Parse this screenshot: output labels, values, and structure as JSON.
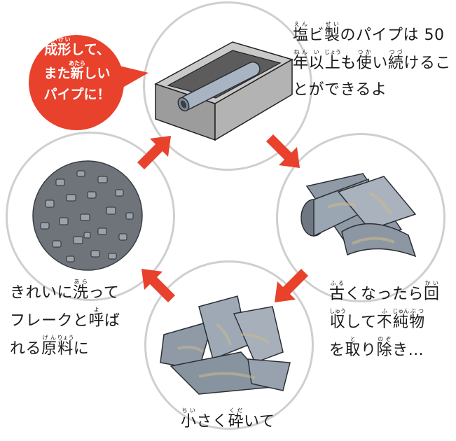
{
  "colors": {
    "arrow": "#e8412c",
    "bubble": "#e8412c",
    "ring": "#cfcfcf",
    "pvc_gray": "#8f9aa6",
    "flake_dark": "#6f747a"
  },
  "steps": {
    "mold": {
      "lines": [
        [
          {
            "t": "塩",
            "r": "えん"
          },
          {
            "t": "ビ"
          },
          {
            "t": "製",
            "r": "せい"
          },
          {
            "t": "のパイプは 50"
          }
        ],
        [
          {
            "t": "年",
            "r": "ねん"
          },
          {
            "t": "以",
            "r": "い"
          },
          {
            "t": "上",
            "r": "じょう"
          },
          {
            "t": "も"
          },
          {
            "t": "使",
            "r": "つか"
          },
          {
            "t": "い"
          },
          {
            "t": "続",
            "r": "つづ"
          },
          {
            "t": "けるこ"
          }
        ],
        [
          {
            "t": "とができるよ"
          }
        ]
      ]
    },
    "collect": {
      "lines": [
        [
          {
            "t": "古",
            "r": "ふる"
          },
          {
            "t": "くなったら"
          },
          {
            "t": "回",
            "r": "かい"
          }
        ],
        [
          {
            "t": "収",
            "r": "しゅう"
          },
          {
            "t": "して"
          },
          {
            "t": "不",
            "r": "ふ"
          },
          {
            "t": "純",
            "r": "じゅん"
          },
          {
            "t": "物",
            "r": "ぶつ"
          }
        ],
        [
          {
            "t": "を"
          },
          {
            "t": "取",
            "r": "と"
          },
          {
            "t": "り"
          },
          {
            "t": "除",
            "r": "のぞ"
          },
          {
            "t": "き…"
          }
        ]
      ]
    },
    "crush": {
      "lines": [
        [
          {
            "t": "小",
            "r": "ちい"
          },
          {
            "t": "さく"
          },
          {
            "t": "砕",
            "r": "くだ"
          },
          {
            "t": "いて"
          }
        ]
      ]
    },
    "wash": {
      "lines": [
        [
          {
            "t": "きれいに"
          },
          {
            "t": "洗",
            "r": "あら"
          },
          {
            "t": "って"
          }
        ],
        [
          {
            "t": "フレークと"
          },
          {
            "t": "呼",
            "r": "よ"
          },
          {
            "t": "ば"
          }
        ],
        [
          {
            "t": "れる"
          },
          {
            "t": "原",
            "r": "げん"
          },
          {
            "t": "料",
            "r": "りょう"
          },
          {
            "t": "に"
          }
        ]
      ]
    },
    "bubble": {
      "lines": [
        [
          {
            "t": "成",
            "r": "せい"
          },
          {
            "t": "形",
            "r": "けい"
          },
          {
            "t": "して、"
          }
        ],
        [
          {
            "t": "また"
          },
          {
            "t": "新",
            "r": "あたら"
          },
          {
            "t": "しい"
          }
        ],
        [
          {
            "t": "パイプに！"
          }
        ]
      ]
    }
  }
}
